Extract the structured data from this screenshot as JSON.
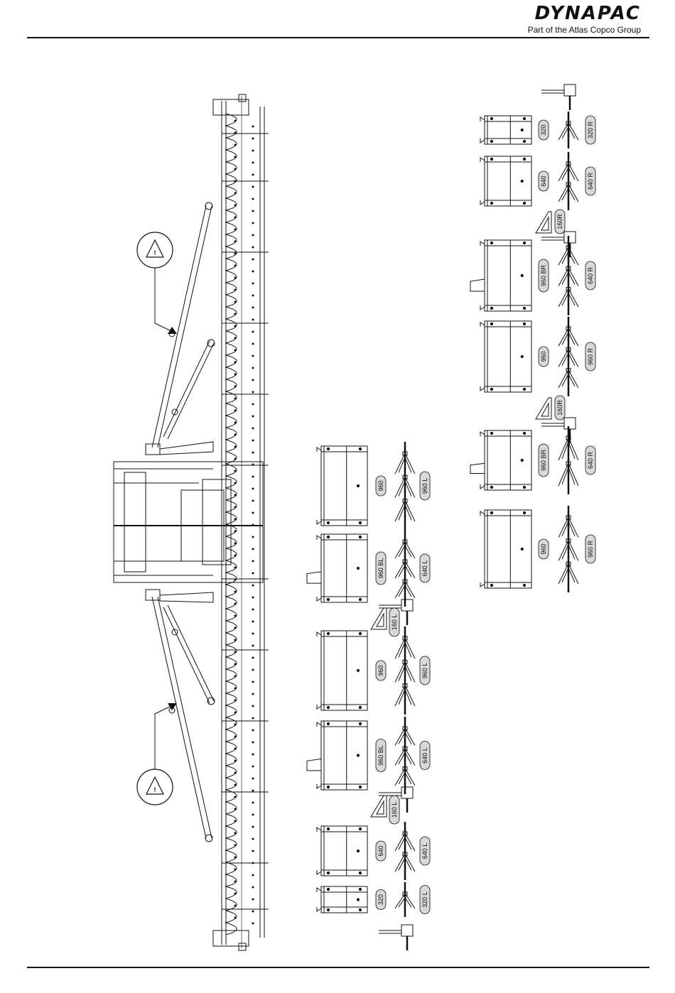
{
  "header": {
    "brand_name": "DYNAPAC",
    "brand_sub": "Part of the Atlas Copco Group"
  },
  "left_kit": {
    "modules": [
      {
        "plate": "960",
        "tamper": "960 L",
        "has_clamp": false
      },
      {
        "plate": "960 BL",
        "tamper": "640 L",
        "has_clamp": true,
        "clamp": "160 L"
      },
      {
        "plate": "960",
        "tamper": "960 L",
        "has_clamp": false
      },
      {
        "plate": "960 BL",
        "tamper": "640 L",
        "has_clamp": true,
        "clamp": "160 L"
      },
      {
        "plate": "640",
        "tamper": "640 L",
        "has_clamp": false
      },
      {
        "plate": "320",
        "tamper": "320 L",
        "has_clamp": false
      }
    ]
  },
  "right_kit": {
    "modules": [
      {
        "plate": "320",
        "tamper": "320 R",
        "has_clamp": false
      },
      {
        "plate": "640",
        "tamper": "640 R",
        "has_clamp": true,
        "clamp": "160R"
      },
      {
        "plate": "960 BR",
        "tamper": "640 R",
        "has_clamp": false
      },
      {
        "plate": "960",
        "tamper": "960 R",
        "has_clamp": true,
        "clamp": "160R"
      },
      {
        "plate": "960 BR",
        "tamper": "640 R",
        "has_clamp": false
      },
      {
        "plate": "960",
        "tamper": "960 R",
        "has_clamp": false
      }
    ]
  },
  "warnings": [
    {
      "symbol": "!"
    },
    {
      "symbol": "!"
    }
  ]
}
